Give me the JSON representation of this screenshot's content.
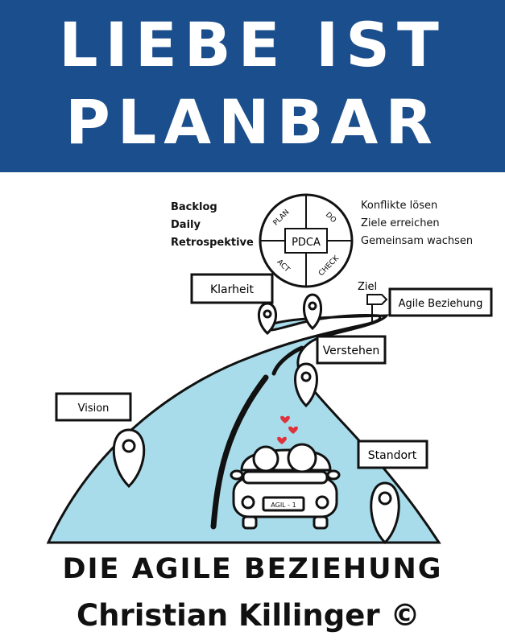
{
  "title": {
    "line1": "LIEBE IST",
    "line2": "PLANBAR"
  },
  "diagram": {
    "left_list": [
      "Backlog",
      "Daily",
      "Retrospektive"
    ],
    "pdca_center": "PDCA",
    "pdca_segments": [
      "PLAN",
      "DO",
      "CHECK",
      "ACT"
    ],
    "right_list": [
      "Konflikte lösen",
      "Ziele erreichen",
      "Gemeinsam wachsen"
    ],
    "goal_label": "Ziel",
    "signs": {
      "klarheit": "Klarheit",
      "agile_beziehung": "Agile Beziehung",
      "verstehen": "Verstehen",
      "vision": "Vision",
      "standort": "Standort"
    },
    "license_plate": "AGIL - 1"
  },
  "subtitle": "DIE AGILE BEZIEHUNG",
  "author": "Christian Killinger ©",
  "colors": {
    "banner": "#1b4e8c",
    "road": "#a9dcea",
    "hearts": "#e0303a",
    "text": "#111111"
  }
}
